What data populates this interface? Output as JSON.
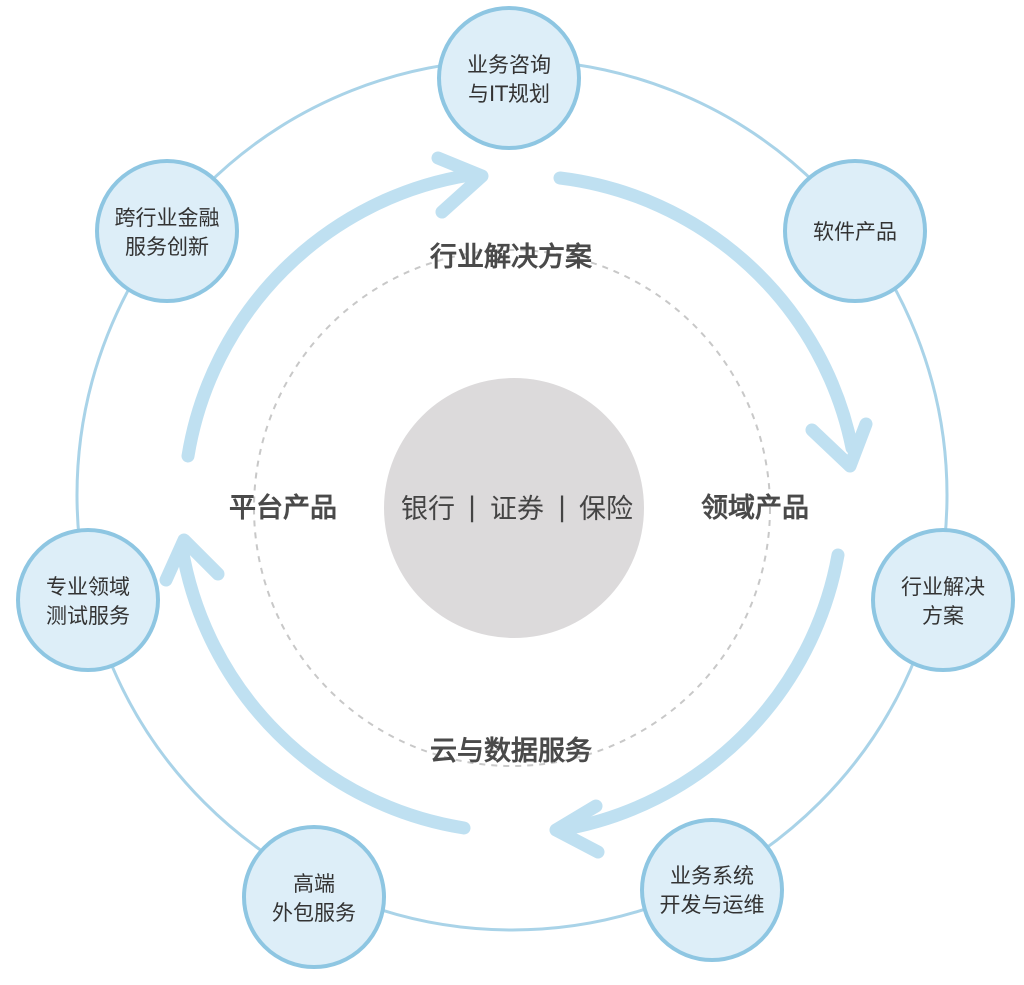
{
  "colors": {
    "outer_ring": "#a9d3e8",
    "node_fill": "#ddeef8",
    "node_stroke": "#8ec6e2",
    "arrow": "#bfe0f1",
    "dashed": "#c8c8c8",
    "center": "#dcdadb"
  },
  "nodes": [
    {
      "lines": [
        "业务咨询",
        "与IT规划"
      ]
    },
    {
      "lines": [
        "软件产品"
      ]
    },
    {
      "lines": [
        "行业解决",
        "方案"
      ]
    },
    {
      "lines": [
        "业务系统",
        "开发与运维"
      ]
    },
    {
      "lines": [
        "高端",
        "外包服务"
      ]
    },
    {
      "lines": [
        "专业领域",
        "测试服务"
      ]
    },
    {
      "lines": [
        "跨行业金融",
        "服务创新"
      ]
    }
  ],
  "inner_labels": {
    "top": "行业解决方案",
    "right": "领域产品",
    "bottom": "云与数据服务",
    "left": "平台产品"
  },
  "center": {
    "items": [
      "银行",
      "证券",
      "保险"
    ],
    "separator": "|"
  }
}
